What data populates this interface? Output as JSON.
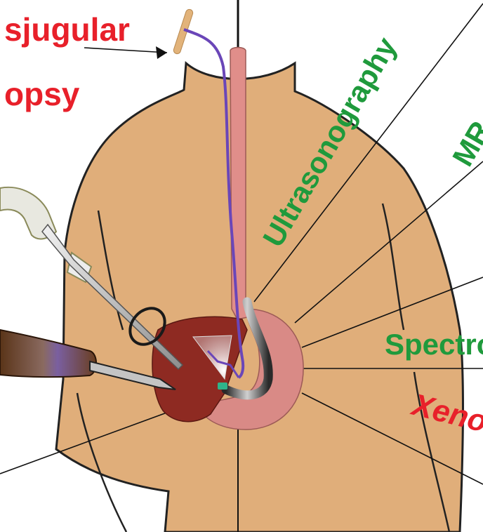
{
  "labels": {
    "transjugular": "sjugular",
    "biopsy": "opsy",
    "ultrasonography": "Ultrasonography",
    "mri": "MR",
    "spectroscopy": "Spectro",
    "xenon": "Xeno"
  },
  "colors": {
    "skin": "#e0ae7a",
    "outline": "#222222",
    "red_label": "#e8202a",
    "green_label": "#1f9a3c",
    "esophagus": "#e08e8a",
    "stomach": "#d98a86",
    "liver": "#8e2a22",
    "catheter": "#6a46b8",
    "handle": "#7a4a28",
    "probe": "#c9c9c9",
    "ring": "#1a1a1a",
    "tan_stick": "#e2b37a"
  }
}
